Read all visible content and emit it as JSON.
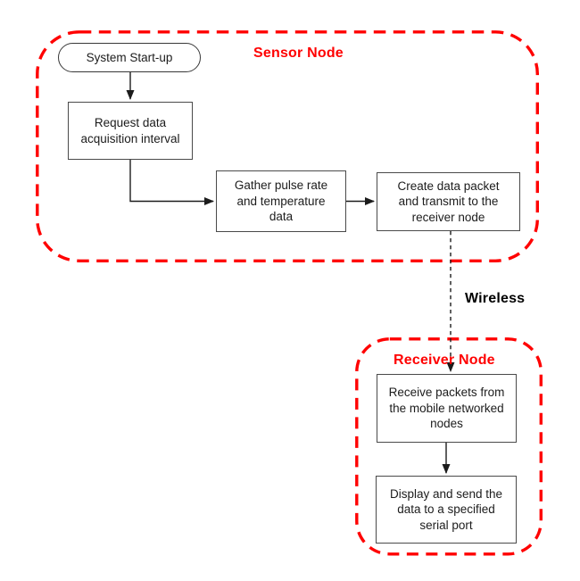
{
  "diagram": {
    "type": "flowchart",
    "colors": {
      "boundary_red": "#ff0000",
      "zone_label_red": "#ff0000",
      "wireless_label_black": "#000000",
      "box_border_gray": "#4a4a4a",
      "arrow_black": "#1c1c1c",
      "background": "#ffffff"
    },
    "sensor": {
      "label": "Sensor Node",
      "start": "System Start-up",
      "steps": [
        "Request data\nacquisition interval",
        "Gather pulse rate\nand temperature\ndata",
        "Create data packet\nand transmit to the\nreceiver node"
      ]
    },
    "link": {
      "label": "Wireless",
      "style": "dashed-arrow"
    },
    "receiver": {
      "label": "Receiver Node",
      "steps": [
        "Receive packets from\nthe mobile networked\nnodes",
        "Display and send the\ndata to a specified\nserial port"
      ]
    }
  }
}
